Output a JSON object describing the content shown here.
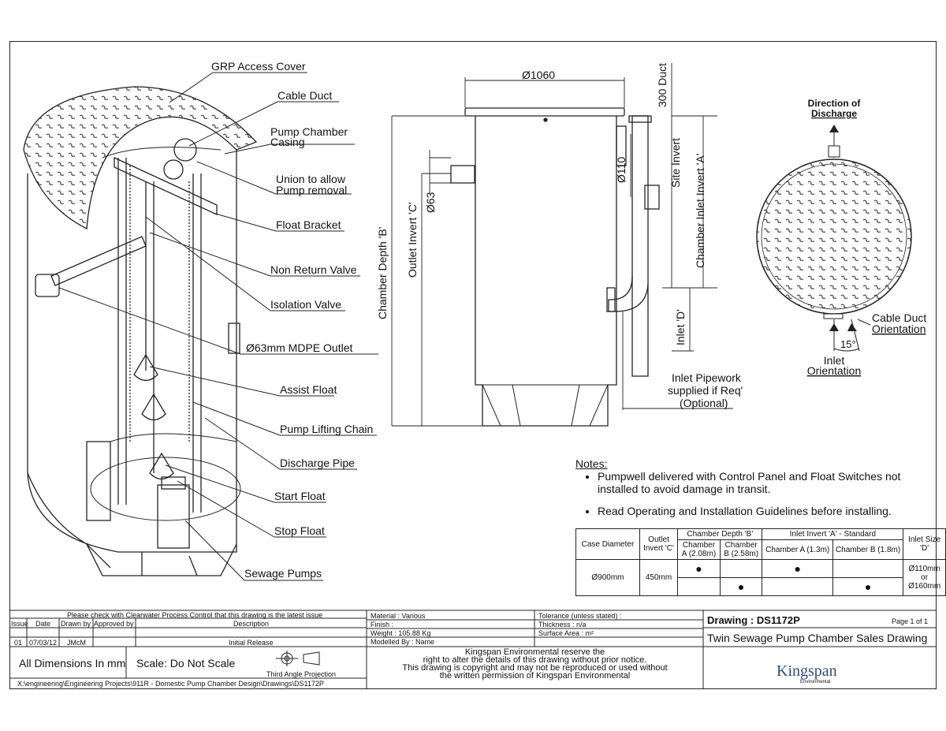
{
  "callouts": {
    "grp_access_cover": "GRP Access Cover",
    "cable_duct": "Cable Duct",
    "pump_chamber_casing_1": "Pump Chamber",
    "pump_chamber_casing_2": "Casing",
    "union_1": "Union to allow",
    "union_2": "Pump removal",
    "float_bracket": "Float Bracket",
    "non_return_valve": "Non Return Valve",
    "isolation_valve": "Isolation Valve",
    "mdpe_outlet": "Ø63mm MDPE Outlet",
    "assist_float": "Assist Float",
    "pump_lifting_chain": "Pump Lifting Chain",
    "discharge_pipe": "Discharge Pipe",
    "start_float": "Start Float",
    "stop_float": "Stop Float",
    "sewage_pumps": "Sewage Pumps"
  },
  "section": {
    "diameter": "Ø1060",
    "dim_300_duct": "300 Duct",
    "site_invert": "Site Invert",
    "dia_110": "Ø110",
    "chamber_inlet_invert": "Chamber Inlet Invert 'A'",
    "dia_63": "Ø63",
    "outlet_invert": "Outlet Invert 'C'",
    "chamber_depth": "Chamber Depth 'B'",
    "inlet_d": "Inlet 'D'",
    "inlet_pipework_1": "Inlet Pipework",
    "inlet_pipework_2": "supplied if Req'",
    "inlet_pipework_3": "(Optional)"
  },
  "plan": {
    "direction_1": "Direction of",
    "direction_2": "Discharge",
    "cable_duct_1": "Cable Duct",
    "cable_duct_2": "Orientation",
    "angle": "15°",
    "inlet_1": "Inlet",
    "inlet_2": "Orientation"
  },
  "notes": {
    "title": "Notes:",
    "items": [
      "Pumpwell delivered with Control Panel and Float Switches not installed to avoid damage in transit.",
      "Read Operating and Installation Guidelines before installing."
    ]
  },
  "spec_table": {
    "case_diameter": "Case Diameter",
    "outlet_invert": "Outlet Invert 'C'",
    "chamber_depth": "Chamber Depth 'B'",
    "inlet_invert": "Inlet Invert 'A' - Standard",
    "inlet_size": "Inlet Size 'D'",
    "ch_a_depth": "Chamber A (2.08m)",
    "ch_b_depth": "Chamber B (2.58m)",
    "ch_a_inv": "Chamber A (1.3m)",
    "ch_b_inv": "Chamber B (1.8m)",
    "row_dia": "Ø900mm",
    "row_outlet": "450mm",
    "row_inlet_1": "Ø110mm",
    "row_inlet_2": "or",
    "row_inlet_3": "Ø160mm",
    "dot": "●"
  },
  "title_block": {
    "check_notice": "Please check with Clearwater Process Control that this drawing is the latest issue",
    "h_issue": "Issue",
    "h_date": "Date",
    "h_drawn": "Drawn by",
    "h_approved": "Approved by",
    "h_desc": "Description",
    "r_issue": "01",
    "r_date": "07/03/12",
    "r_drawn": "JMcM",
    "r_desc": "Initial Release",
    "dims": "All Dimensions In mm",
    "scale": "Scale: Do Not Scale",
    "projection": "Third Angle Projection",
    "path": "X:\\engineering\\Engineering Projects\\911R - Domestic Pump Chamber Design\\Drawings\\DS1172P",
    "material": "Material : Various",
    "finish": "Finish :",
    "weight": "Weight : 105.88 Kg",
    "modelled": "Modelled By : Name",
    "tolerance": "Tolerance (unless stated) :",
    "thickness": "Thickness : n/a",
    "surface": "Surface Area :  m²",
    "drawing_no": "Drawing : DS1172P",
    "page": "Page 1 of 1",
    "drawing_title": "Twin Sewage Pump Chamber Sales Drawing",
    "copyright_1": "Kingspan Environmental reserve the",
    "copyright_2": "right to alter the details of this drawing without prior notice.",
    "copyright_3": "This drawing is copyright and may not be reproduced or used without",
    "copyright_4": "the written permission of Kingspan Environmental",
    "brand": "Kingspan",
    "brand_sub": "Environmental"
  }
}
